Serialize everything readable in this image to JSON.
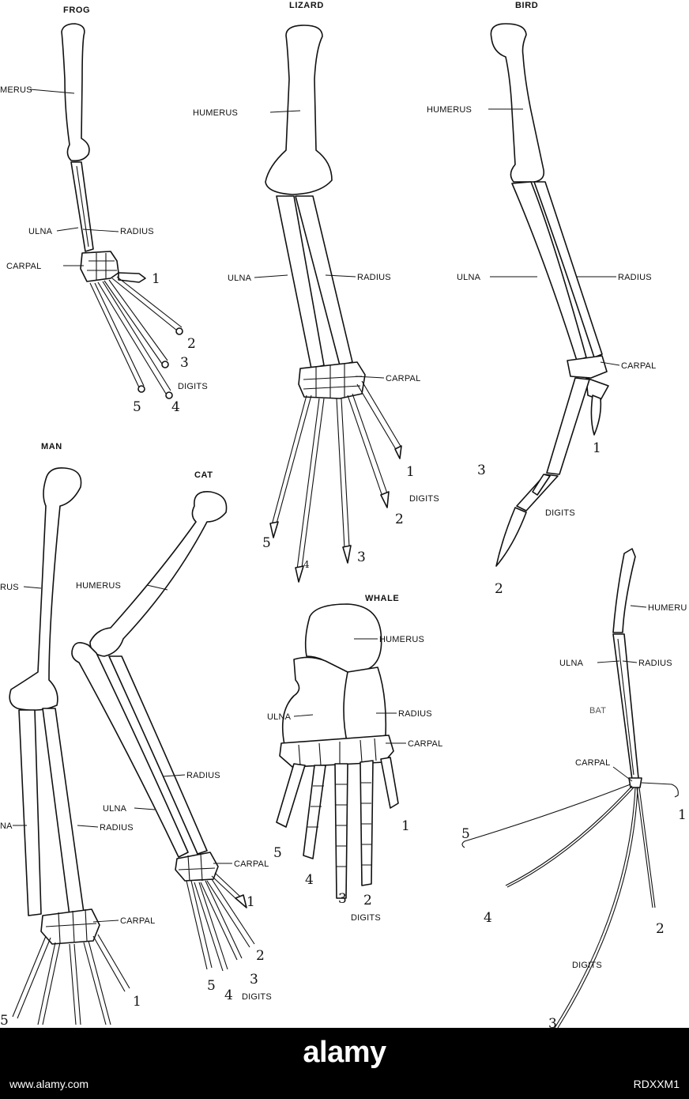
{
  "titles": {
    "frog": "FROG",
    "lizard": "LIZARD",
    "bird": "BIRD",
    "man": "MAN",
    "cat": "CAT",
    "whale": "WHALE",
    "bat": "BAT"
  },
  "labels": {
    "frog": {
      "humerus": "MERUS",
      "ulna": "ULNA",
      "radius": "RADIUS",
      "carpal": "CARPAL",
      "digits": "DIGITS",
      "d1": "1",
      "d2": "2",
      "d3": "3",
      "d4": "4",
      "d5": "5"
    },
    "lizard": {
      "humerus": "HUMERUS",
      "ulna": "ULNA",
      "radius": "RADIUS",
      "carpal": "CARPAL",
      "digits": "DIGITS",
      "d1": "1",
      "d2": "2",
      "d3": "3",
      "d4": "4",
      "d5": "5"
    },
    "bird": {
      "humerus": "HUMERUS",
      "ulna": "ULNA",
      "radius": "RADIUS",
      "carpal": "CARPAL",
      "digits": "DIGITS",
      "d1": "1",
      "d2": "2",
      "d3": "3"
    },
    "man": {
      "humerus": "RUS",
      "ulna": "NA",
      "radius": "RADIUS",
      "carpal": "CARPAL",
      "d1": "1",
      "d5": "5"
    },
    "cat": {
      "humerus": "HUMERUS",
      "ulna": "ULNA",
      "radius": "RADIUS",
      "carpal": "CARPAL",
      "digits": "DIGITS",
      "d1": "1",
      "d2": "2",
      "d3": "3",
      "d4": "4",
      "d5": "5"
    },
    "whale": {
      "humerus": "HUMERUS",
      "ulna": "ULNA",
      "radius": "RADIUS",
      "carpal": "CARPAL",
      "digits": "DIGITS",
      "d1": "1",
      "d2": "2",
      "d3": "3",
      "d4": "4",
      "d5": "5"
    },
    "bat": {
      "humerus": "HUMERU",
      "ulna": "ULNA",
      "radius": "RADIUS",
      "carpal": "CARPAL",
      "digits": "DIGITS",
      "d1": "1",
      "d2": "2",
      "d3": "3",
      "d4": "4",
      "d5": "5"
    }
  },
  "footer": {
    "logo": "alamy",
    "left_text": "www.alamy.com",
    "image_id": "RDXXM1"
  }
}
